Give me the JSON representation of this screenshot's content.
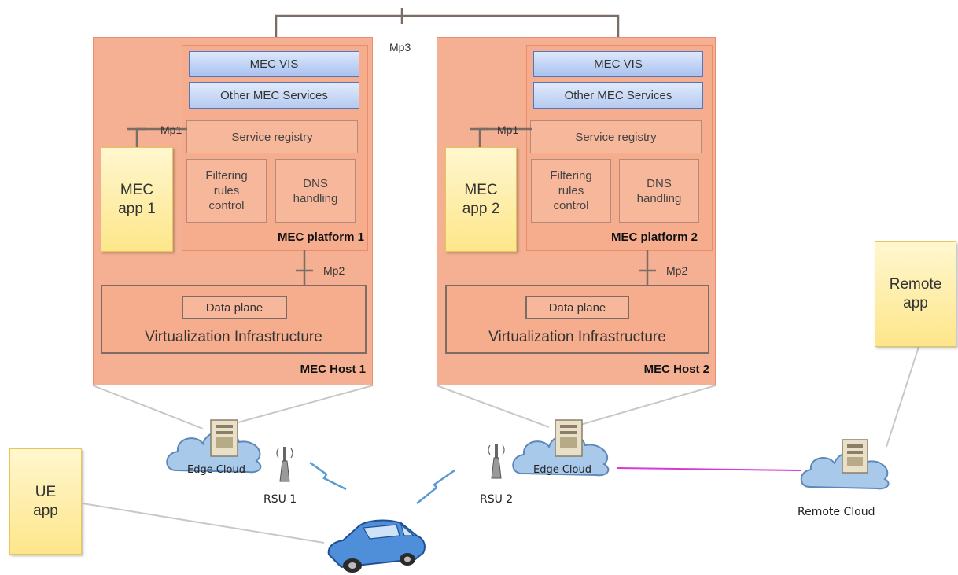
{
  "mp3": "Mp3",
  "hosts": [
    {
      "host_label": "MEC Host 1",
      "platform_label": "MEC platform 1",
      "vis": "MEC VIS",
      "other_services": "Other MEC Services",
      "service_registry": "Service registry",
      "filtering_line1": "Filtering",
      "filtering_line2": "rules",
      "filtering_line3": "control",
      "dns_line1": "DNS",
      "dns_line2": "handling",
      "app_line1": "MEC",
      "app_line2": "app 1",
      "mp1": "Mp1",
      "mp2": "Mp2",
      "data_plane": "Data plane",
      "infra": "Virtualization Infrastructure"
    },
    {
      "host_label": "MEC Host 2",
      "platform_label": "MEC platform 2",
      "vis": "MEC VIS",
      "other_services": "Other MEC Services",
      "service_registry": "Service registry",
      "filtering_line1": "Filtering",
      "filtering_line2": "rules",
      "filtering_line3": "control",
      "dns_line1": "DNS",
      "dns_line2": "handling",
      "app_line1": "MEC",
      "app_line2": "app 2",
      "mp1": "Mp1",
      "mp2": "Mp2",
      "data_plane": "Data plane",
      "infra": "Virtualization Infrastructure"
    }
  ],
  "edge_cloud_1": "Edge Cloud",
  "edge_cloud_2": "Edge Cloud",
  "rsu1": "RSU 1",
  "rsu2": "RSU 2",
  "remote_cloud": "Remote Cloud",
  "remote_app_line1": "Remote",
  "remote_app_line2": "app",
  "ue_app_line1": "UE",
  "ue_app_line2": "app",
  "colors": {
    "host_fill": "#f5b093",
    "service_blue": "#a9c2ef",
    "app_yellow": "#fde68a",
    "cloud_blue": "#a9c9ea",
    "link_magenta": "#d63ad6",
    "wireless_blue": "#5a9bd5"
  }
}
